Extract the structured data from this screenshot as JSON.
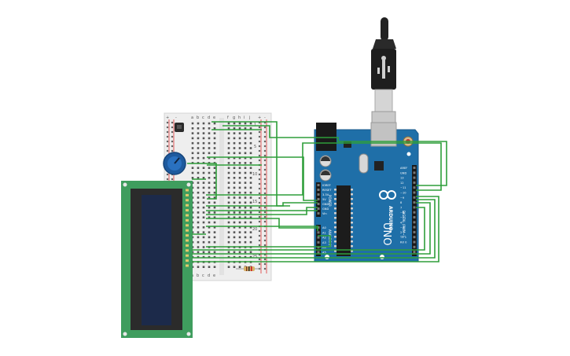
{
  "breadboard": {
    "col_letters_left": [
      "a",
      "b",
      "c",
      "d",
      "e"
    ],
    "col_letters_right": [
      "f",
      "g",
      "h",
      "i",
      "j"
    ],
    "rail_plus": "+",
    "rail_minus": "-",
    "row_numbers": [
      "1",
      "5",
      "10",
      "15",
      "20",
      "25",
      "30"
    ]
  },
  "arduino": {
    "brand": "ARDUINO",
    "model": "UNO",
    "digital_header_label": "DIGITAL (PWM~)",
    "analog_header_label": "ANALOG IN",
    "power_header_label": "POWER",
    "power_pins": [
      "IOREF",
      "RESET",
      "3.3V",
      "5V",
      "GND",
      "GND",
      "Vin"
    ],
    "analog_pins": [
      "A0",
      "A1",
      "A2",
      "A3",
      "A4",
      "A5"
    ],
    "digital_pins": [
      "AREF",
      "GND",
      "13",
      "12",
      "~11",
      "~10",
      "~9",
      "8",
      "7",
      "~6",
      "~5",
      "4",
      "~3",
      "2",
      "TX 1",
      "RX 0"
    ]
  },
  "colors": {
    "wire": "#2e9e3a",
    "arduino_board": "#1f6fa8",
    "lcd_pcb": "#3f9d5e",
    "lcd_screen": "#1c2a4a",
    "breadboard": "#eeeeee",
    "usb_cable": "#222222"
  },
  "icons": [
    "usb-plug-icon",
    "potentiometer-icon",
    "resistor-icon",
    "temperature-sensor-icon",
    "arduino-logo-icon"
  ]
}
